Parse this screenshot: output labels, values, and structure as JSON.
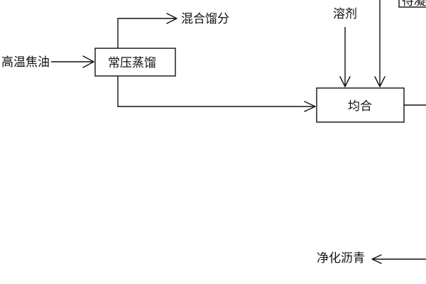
{
  "diagram": {
    "nodes": {
      "feed": "高温焦油",
      "distillation": "常压蒸馏",
      "mixed_fraction": "混合馏分",
      "solvent": "溶剂",
      "homogenize": "均合",
      "cut_off_label": "待凝",
      "product": "净化沥青"
    },
    "edges": [
      {
        "from": "feed",
        "to": "distillation"
      },
      {
        "from": "distillation",
        "to": "mixed_fraction"
      },
      {
        "from": "distillation",
        "to": "homogenize"
      },
      {
        "from": "solvent",
        "to": "homogenize"
      },
      {
        "from": "top-offscreen",
        "to": "homogenize"
      },
      {
        "from": "homogenize",
        "to": "right-offscreen"
      },
      {
        "from": "right-offscreen",
        "to": "product"
      }
    ]
  }
}
